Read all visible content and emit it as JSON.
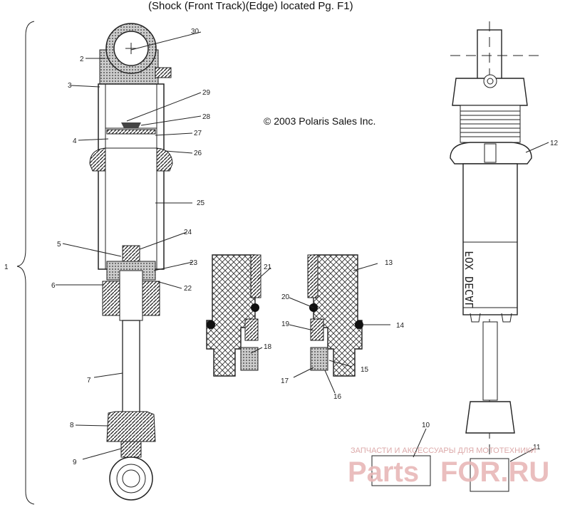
{
  "caption": "(Shock (Front Track)(Edge) located Pg. F1)",
  "copyright": "© 2003 Polaris Sales Inc.",
  "decal_text": "FOX DECAL",
  "watermark": {
    "small": "ЗАПЧАСТИ И АКСЕССУАРЫ ДЛЯ МОТОТЕХНИКИ",
    "large_left": "Parts",
    "large_right": "FOR.RU"
  },
  "callouts": {
    "c1": "1",
    "c2": "2",
    "c3": "3",
    "c4": "4",
    "c5": "5",
    "c6": "6",
    "c7": "7",
    "c8": "8",
    "c9": "9",
    "c10": "10",
    "c11": "11",
    "c12": "12",
    "c13": "13",
    "c14": "14",
    "c15": "15",
    "c16": "16",
    "c17": "17",
    "c18": "18",
    "c19": "19",
    "c20": "20",
    "c21": "21",
    "c22": "22",
    "c23": "23",
    "c24": "24",
    "c25": "25",
    "c26": "26",
    "c27": "27",
    "c28": "28",
    "c29": "29",
    "c30": "30"
  },
  "colors": {
    "line": "#222222",
    "hatch": "#222222",
    "watermark": "#e8b8b8"
  }
}
